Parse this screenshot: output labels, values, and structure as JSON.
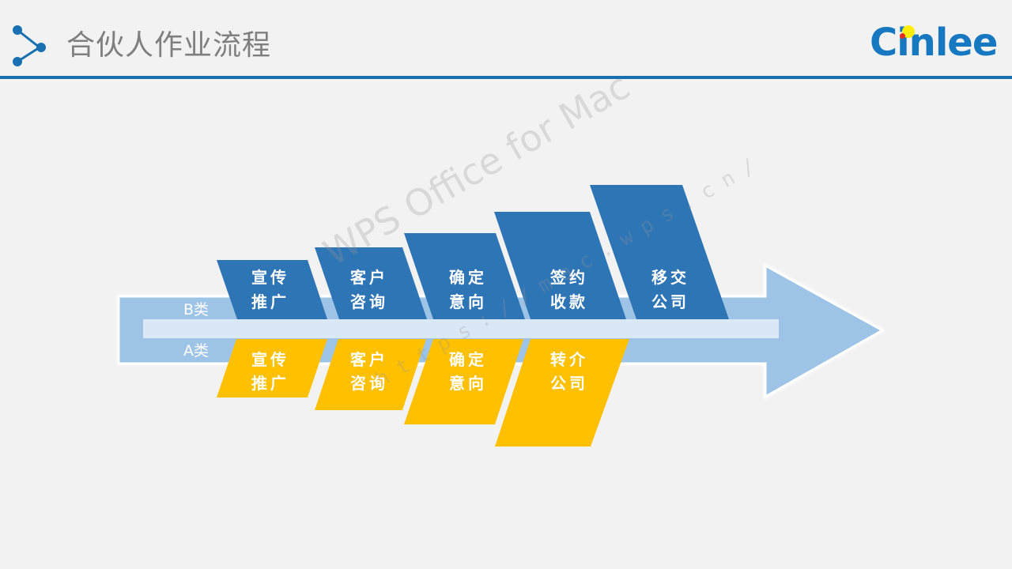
{
  "header": {
    "title": "合伙人作业流程",
    "logo_text": "Cinlee",
    "colors": {
      "title": "#7f7f7f",
      "rule": "#1770b0",
      "logo": "#1778c2"
    },
    "icon": "share-network-icon"
  },
  "process": {
    "arrow_color": "#9dc3e6",
    "band_color": "#dae8f5",
    "lanes": [
      {
        "label": "B类",
        "color": "#2e75b6",
        "steps": [
          {
            "line1": "宣传",
            "line2": "推广"
          },
          {
            "line1": "客户",
            "line2": "咨询"
          },
          {
            "line1": "确定",
            "line2": "意向"
          },
          {
            "line1": "签约",
            "line2": "收款"
          },
          {
            "line1": "移交",
            "line2": "公司"
          }
        ]
      },
      {
        "label": "A类",
        "color": "#ffc000",
        "steps": [
          {
            "line1": "宣传",
            "line2": "推广"
          },
          {
            "line1": "客户",
            "line2": "咨询"
          },
          {
            "line1": "确定",
            "line2": "意向"
          },
          {
            "line1": "转介",
            "line2": "公司"
          }
        ]
      }
    ]
  },
  "watermark": {
    "text": "WPS Office for Mac",
    "url": "https://mac.wps.cn/"
  }
}
